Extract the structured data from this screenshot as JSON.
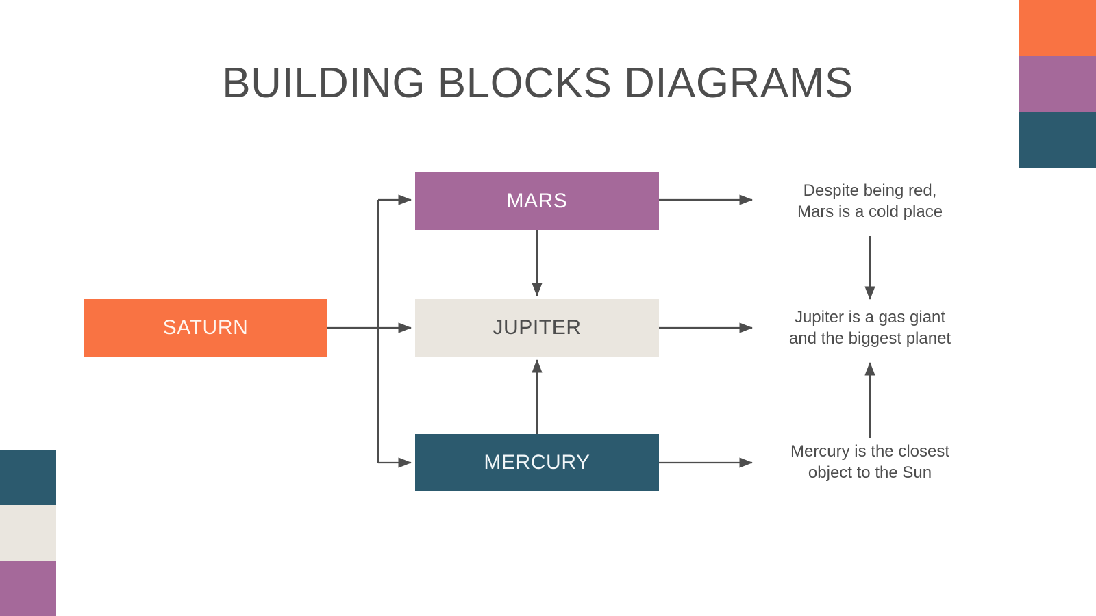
{
  "slide": {
    "title": "BUILDING BLOCKS DIAGRAMS",
    "background": "#ffffff",
    "title_color": "#4d4d4d"
  },
  "palette": {
    "orange": "#F97343",
    "purple": "#A5699A",
    "cream": "#EAE6DF",
    "teal": "#2C5A6E",
    "text_dark": "#4d4d4d",
    "line": "#4d4d4d"
  },
  "decorations": {
    "top_right": {
      "segments": [
        {
          "name": "orange-segment",
          "color": "#F97343"
        },
        {
          "name": "purple-segment",
          "color": "#A5699A"
        },
        {
          "name": "teal-segment",
          "color": "#2C5A6E"
        }
      ]
    },
    "bottom_left": {
      "segments": [
        {
          "name": "teal-segment",
          "color": "#2C5A6E"
        },
        {
          "name": "cream-segment",
          "color": "#EAE6DF"
        },
        {
          "name": "purple-segment",
          "color": "#A5699A"
        }
      ]
    }
  },
  "diagram": {
    "nodes": [
      {
        "id": "saturn",
        "label": "SATURN",
        "fill": "#F97343",
        "text_color": "#FFF6EF"
      },
      {
        "id": "mars",
        "label": "MARS",
        "fill": "#A5699A",
        "text_color": "#FFFFFF"
      },
      {
        "id": "jupiter",
        "label": "JUPITER",
        "fill": "#EAE6DF",
        "text_color": "#4d4d4d"
      },
      {
        "id": "mercury",
        "label": "MERCURY",
        "fill": "#2C5A6E",
        "text_color": "#F2F7F9"
      }
    ],
    "descriptions": [
      {
        "id": "mars",
        "line1": "Despite being red,",
        "line2": "Mars is a cold place"
      },
      {
        "id": "jupiter",
        "line1": "Jupiter is a gas giant",
        "line2": "and the biggest planet"
      },
      {
        "id": "mercury",
        "line1": "Mercury is the closest",
        "line2": "object to the Sun"
      }
    ],
    "connections": [
      {
        "from": "saturn",
        "to": "mars",
        "direction": "right-up"
      },
      {
        "from": "saturn",
        "to": "jupiter",
        "direction": "right"
      },
      {
        "from": "saturn",
        "to": "mercury",
        "direction": "right-down"
      },
      {
        "from": "mars",
        "to": "jupiter",
        "direction": "down"
      },
      {
        "from": "mercury",
        "to": "jupiter",
        "direction": "up"
      },
      {
        "from": "mars",
        "to": "desc-mars",
        "direction": "right"
      },
      {
        "from": "jupiter",
        "to": "desc-jupiter",
        "direction": "right"
      },
      {
        "from": "mercury",
        "to": "desc-mercury",
        "direction": "right"
      },
      {
        "from": "desc-mars",
        "to": "desc-jupiter",
        "direction": "down"
      },
      {
        "from": "desc-mercury",
        "to": "desc-jupiter",
        "direction": "up"
      }
    ]
  }
}
